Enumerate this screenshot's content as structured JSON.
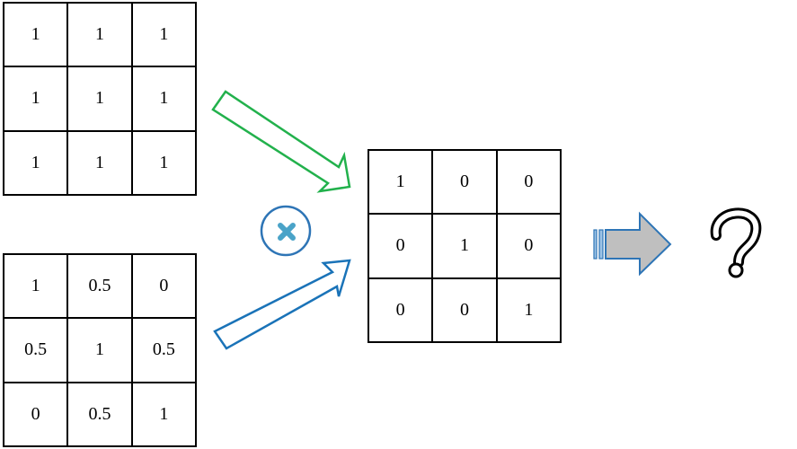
{
  "matrices": {
    "top": {
      "cells": [
        "1",
        "1",
        "1",
        "1",
        "1",
        "1",
        "1",
        "1",
        "1"
      ]
    },
    "bottom": {
      "cells": [
        "1",
        "0.5",
        "0",
        "0.5",
        "1",
        "0.5",
        "0",
        "0.5",
        "1"
      ]
    },
    "result": {
      "cells": [
        "1",
        "0",
        "0",
        "0",
        "1",
        "0",
        "0",
        "0",
        "1"
      ]
    }
  },
  "operator_icon": "multiply-icon",
  "unknown_icon": "question-mark-icon",
  "colors": {
    "green_arrow": "#22b14c",
    "blue_arrow": "#1a73b8",
    "operator": "#2e75b6",
    "operator_cross": "#4aa3c8",
    "gray_arrow": "#bfbfbf",
    "lines": "#000000"
  }
}
